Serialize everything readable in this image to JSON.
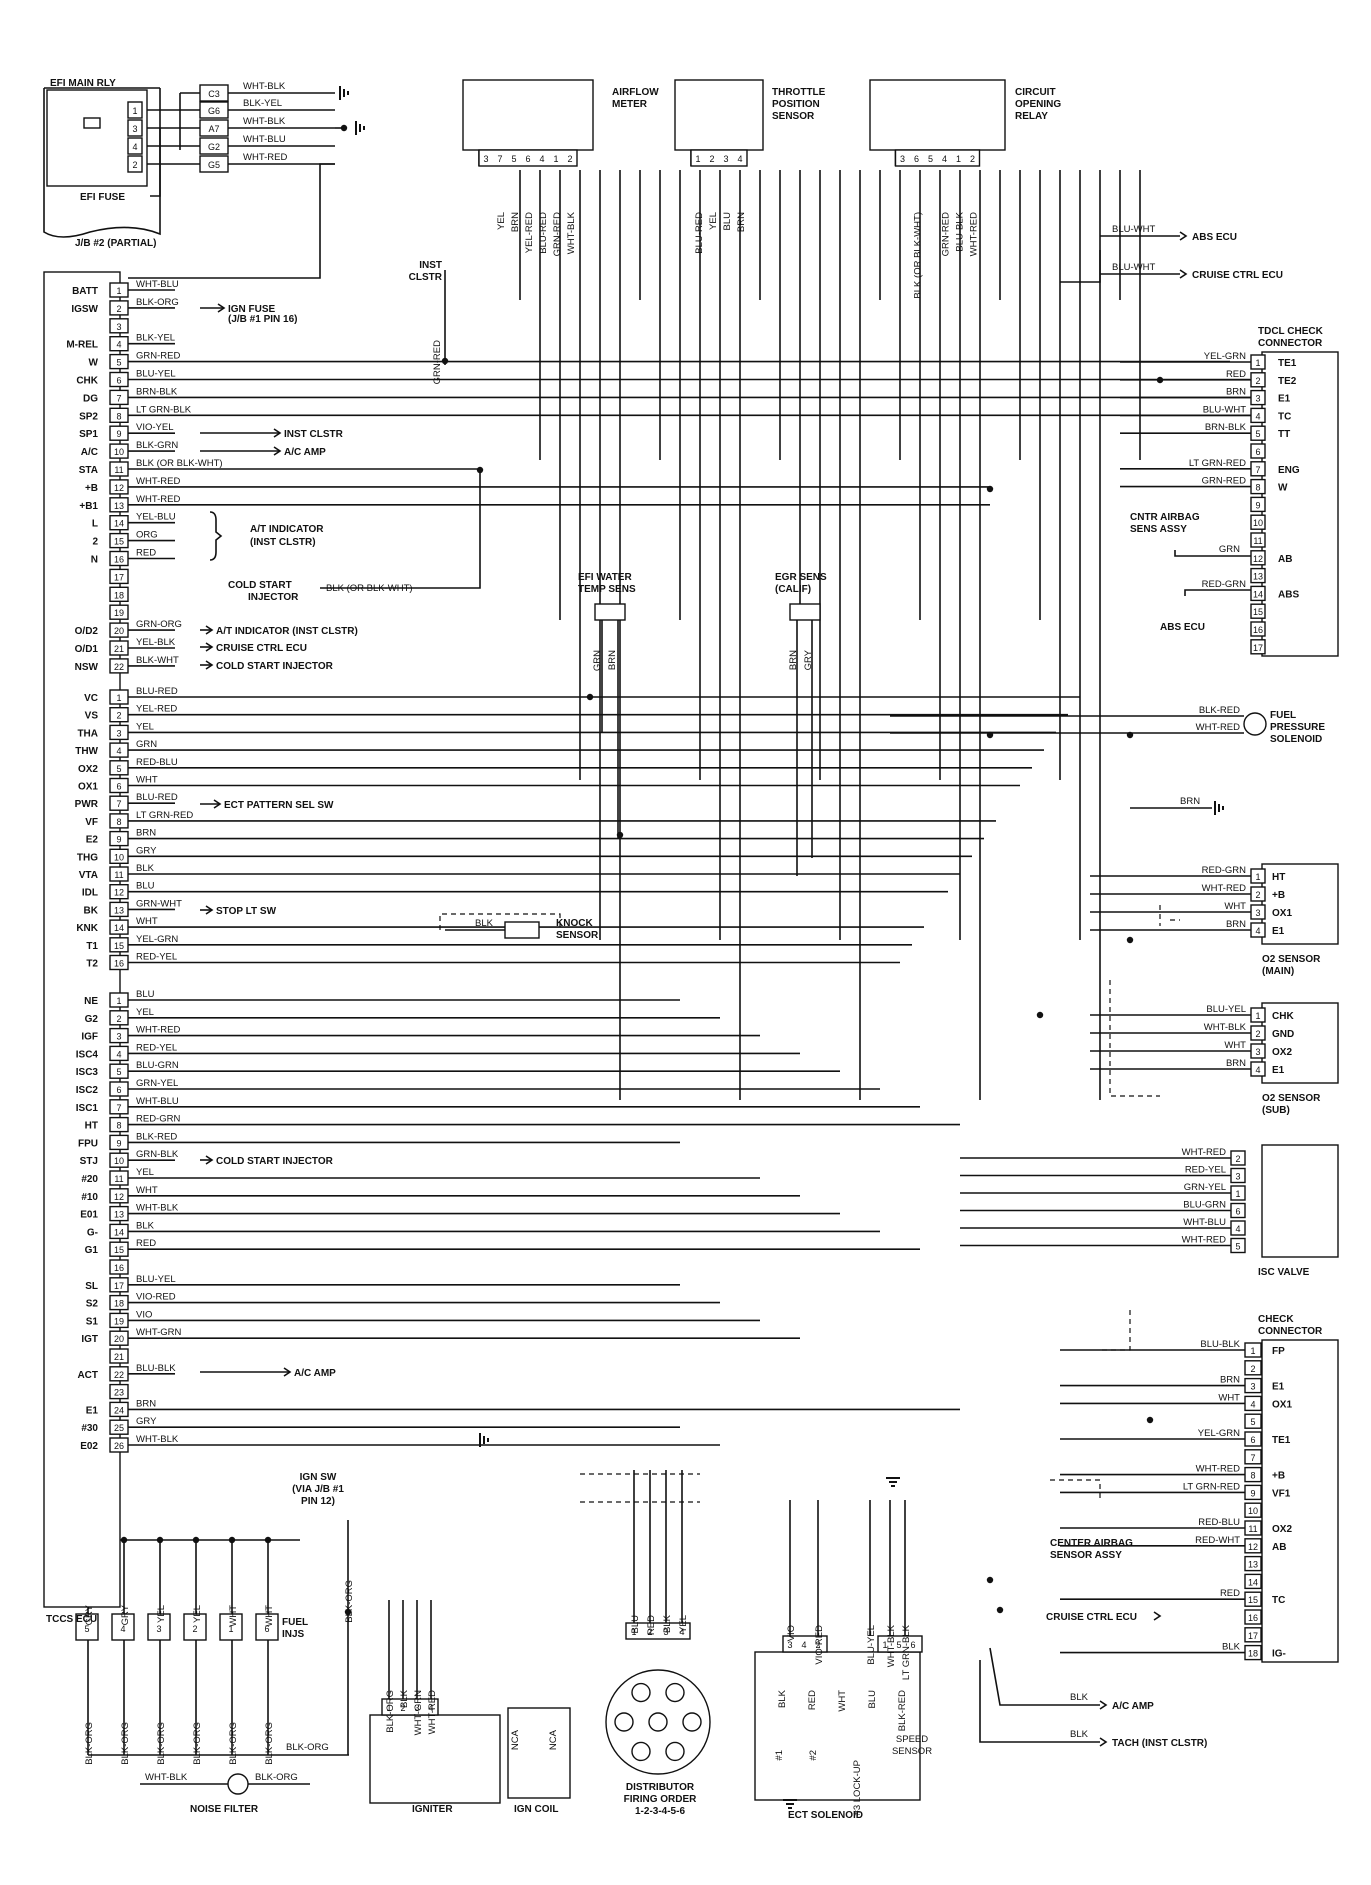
{
  "efi_main_rly": {
    "title": "EFI MAIN RLY",
    "fuse": "EFI FUSE",
    "jb": "J/B #2 (PARTIAL)",
    "pins_left": [
      "1",
      "3",
      "4",
      "2"
    ],
    "pins_right": [
      "C3",
      "G6",
      "A7",
      "G2",
      "G5"
    ],
    "wires": [
      "WHT-BLK",
      "BLK-YEL",
      "WHT-BLK",
      "WHT-BLU",
      "WHT-RED"
    ]
  },
  "top_components": [
    {
      "name": "AIRFLOW\nMETER",
      "title_lines": [
        "AIRFLOW",
        "METER"
      ],
      "pins": [
        "3",
        "7",
        "5",
        "6",
        "4",
        "1",
        "2"
      ],
      "wires": [
        "YEL",
        "BRN",
        "YEL-RED",
        "BLU-RED",
        "GRN-RED",
        "WHT-BLK"
      ]
    },
    {
      "name": "THROTTLE POSITION SENSOR",
      "title_lines": [
        "THROTTLE",
        "POSITION",
        "SENSOR"
      ],
      "pins": [
        "1",
        "2",
        "3",
        "4"
      ],
      "wires": [
        "BLU-RED",
        "YEL",
        "BLU",
        "BRN"
      ]
    },
    {
      "name": "CIRCUIT OPENING RELAY",
      "title_lines": [
        "CIRCUIT",
        "OPENING",
        "RELAY"
      ],
      "pins": [
        "3",
        "6",
        "5",
        "4",
        "1",
        "2"
      ],
      "wires": [
        "BLK (OR BLK-WHT)",
        "GRN-RED",
        "BLU-BLK",
        "WHT-RED"
      ]
    }
  ],
  "inst_clstr_label": [
    "INST",
    "CLSTR"
  ],
  "inst_clstr_wire": "GRN-RED",
  "ecu": {
    "title": "TCCS ECU",
    "group1": [
      {
        "pin": "BATT",
        "num": "1",
        "wire": "WHT-BLU",
        "dest": ""
      },
      {
        "pin": "IGSW",
        "num": "2",
        "wire": "BLK-ORG",
        "dest": "IGN FUSE"
      },
      {
        "pin": "",
        "num": "3",
        "wire": "",
        "dest": ""
      },
      {
        "pin": "M-REL",
        "num": "4",
        "wire": "BLK-YEL",
        "dest": ""
      },
      {
        "pin": "W",
        "num": "5",
        "wire": "GRN-RED",
        "dest": ""
      },
      {
        "pin": "CHK",
        "num": "6",
        "wire": "BLU-YEL",
        "dest": ""
      },
      {
        "pin": "DG",
        "num": "7",
        "wire": "BRN-BLK",
        "dest": ""
      },
      {
        "pin": "SP2",
        "num": "8",
        "wire": "LT GRN-BLK",
        "dest": ""
      },
      {
        "pin": "SP1",
        "num": "9",
        "wire": "VIO-YEL",
        "dest": "INST CLSTR"
      },
      {
        "pin": "A/C",
        "num": "10",
        "wire": "BLK-GRN",
        "dest": "A/C AMP"
      },
      {
        "pin": "STA",
        "num": "11",
        "wire": "BLK (OR BLK-WHT)",
        "dest": ""
      },
      {
        "pin": "+B",
        "num": "12",
        "wire": "WHT-RED",
        "dest": ""
      },
      {
        "pin": "+B1",
        "num": "13",
        "wire": "WHT-RED",
        "dest": ""
      },
      {
        "pin": "L",
        "num": "14",
        "wire": "YEL-BLU",
        "dest": ""
      },
      {
        "pin": "2",
        "num": "15",
        "wire": "ORG",
        "dest": "A/T INDICATOR"
      },
      {
        "pin": "N",
        "num": "16",
        "wire": "RED",
        "dest": "(INST CLSTR)"
      },
      {
        "pin": "",
        "num": "17",
        "wire": "",
        "dest": ""
      },
      {
        "pin": "",
        "num": "18",
        "wire": "",
        "dest": ""
      },
      {
        "pin": "",
        "num": "19",
        "wire": "",
        "dest": ""
      },
      {
        "pin": "O/D2",
        "num": "20",
        "wire": "GRN-ORG",
        "dest": "A/T INDICATOR (INST CLSTR)"
      },
      {
        "pin": "O/D1",
        "num": "21",
        "wire": "YEL-BLK",
        "dest": "CRUISE CTRL ECU"
      },
      {
        "pin": "NSW",
        "num": "22",
        "wire": "BLK-WHT",
        "dest": "COLD START INJECTOR"
      }
    ],
    "group2": [
      {
        "pin": "VC",
        "num": "1",
        "wire": "BLU-RED",
        "dest": ""
      },
      {
        "pin": "VS",
        "num": "2",
        "wire": "YEL-RED",
        "dest": ""
      },
      {
        "pin": "THA",
        "num": "3",
        "wire": "YEL",
        "dest": ""
      },
      {
        "pin": "THW",
        "num": "4",
        "wire": "GRN",
        "dest": ""
      },
      {
        "pin": "OX2",
        "num": "5",
        "wire": "RED-BLU",
        "dest": ""
      },
      {
        "pin": "OX1",
        "num": "6",
        "wire": "WHT",
        "dest": ""
      },
      {
        "pin": "PWR",
        "num": "7",
        "wire": "BLU-RED",
        "dest": "ECT PATTERN SEL SW"
      },
      {
        "pin": "VF",
        "num": "8",
        "wire": "LT GRN-RED",
        "dest": ""
      },
      {
        "pin": "E2",
        "num": "9",
        "wire": "BRN",
        "dest": ""
      },
      {
        "pin": "THG",
        "num": "10",
        "wire": "GRY",
        "dest": ""
      },
      {
        "pin": "VTA",
        "num": "11",
        "wire": "BLK",
        "dest": ""
      },
      {
        "pin": "IDL",
        "num": "12",
        "wire": "BLU",
        "dest": ""
      },
      {
        "pin": "BK",
        "num": "13",
        "wire": "GRN-WHT",
        "dest": "STOP LT SW"
      },
      {
        "pin": "KNK",
        "num": "14",
        "wire": "WHT",
        "dest": ""
      },
      {
        "pin": "T1",
        "num": "15",
        "wire": "YEL-GRN",
        "dest": ""
      },
      {
        "pin": "T2",
        "num": "16",
        "wire": "RED-YEL",
        "dest": ""
      }
    ],
    "group3": [
      {
        "pin": "NE",
        "num": "1",
        "wire": "BLU",
        "dest": ""
      },
      {
        "pin": "G2",
        "num": "2",
        "wire": "YEL",
        "dest": ""
      },
      {
        "pin": "IGF",
        "num": "3",
        "wire": "WHT-RED",
        "dest": ""
      },
      {
        "pin": "ISC4",
        "num": "4",
        "wire": "RED-YEL",
        "dest": ""
      },
      {
        "pin": "ISC3",
        "num": "5",
        "wire": "BLU-GRN",
        "dest": ""
      },
      {
        "pin": "ISC2",
        "num": "6",
        "wire": "GRN-YEL",
        "dest": ""
      },
      {
        "pin": "ISC1",
        "num": "7",
        "wire": "WHT-BLU",
        "dest": ""
      },
      {
        "pin": "HT",
        "num": "8",
        "wire": "RED-GRN",
        "dest": ""
      },
      {
        "pin": "FPU",
        "num": "9",
        "wire": "BLK-RED",
        "dest": ""
      },
      {
        "pin": "STJ",
        "num": "10",
        "wire": "GRN-BLK",
        "dest": "COLD START INJECTOR"
      },
      {
        "pin": "#20",
        "num": "11",
        "wire": "YEL",
        "dest": ""
      },
      {
        "pin": "#10",
        "num": "12",
        "wire": "WHT",
        "dest": ""
      },
      {
        "pin": "E01",
        "num": "13",
        "wire": "WHT-BLK",
        "dest": ""
      },
      {
        "pin": "G-",
        "num": "14",
        "wire": "BLK",
        "dest": ""
      },
      {
        "pin": "G1",
        "num": "15",
        "wire": "RED",
        "dest": ""
      },
      {
        "pin": "",
        "num": "16",
        "wire": "",
        "dest": ""
      },
      {
        "pin": "SL",
        "num": "17",
        "wire": "BLU-YEL",
        "dest": ""
      },
      {
        "pin": "S2",
        "num": "18",
        "wire": "VIO-RED",
        "dest": ""
      },
      {
        "pin": "S1",
        "num": "19",
        "wire": "VIO",
        "dest": ""
      },
      {
        "pin": "IGT",
        "num": "20",
        "wire": "WHT-GRN",
        "dest": ""
      },
      {
        "pin": "",
        "num": "21",
        "wire": "",
        "dest": ""
      },
      {
        "pin": "ACT",
        "num": "22",
        "wire": "BLU-BLK",
        "dest": "A/C AMP"
      },
      {
        "pin": "",
        "num": "23",
        "wire": "",
        "dest": ""
      },
      {
        "pin": "E1",
        "num": "24",
        "wire": "BRN",
        "dest": ""
      },
      {
        "pin": "#30",
        "num": "25",
        "wire": "GRY",
        "dest": ""
      },
      {
        "pin": "E02",
        "num": "26",
        "wire": "WHT-BLK",
        "dest": ""
      }
    ]
  },
  "ign_fuse_note": "(J/B #1 PIN 16)",
  "cold_start_injector_label": [
    "COLD START",
    "INJECTOR"
  ],
  "cold_start_wire": "BLK (OR BLK-WHT)",
  "efi_water_temp": {
    "title_lines": [
      "EFI WATER",
      "TEMP SENS"
    ],
    "wires": [
      "GRN",
      "BRN"
    ]
  },
  "egr_sens": {
    "title_lines": [
      "EGR SENS",
      "(CALIF)"
    ],
    "wires": [
      "BRN",
      "GRY"
    ]
  },
  "knock_sensor": {
    "title_lines": [
      "KNOCK",
      "SENSOR"
    ],
    "wire": "BLK"
  },
  "abs_ecu_top": {
    "wires": [
      "BLU-WHT",
      "BLU-WHT"
    ],
    "labels": [
      "ABS ECU",
      "CRUISE CTRL ECU"
    ]
  },
  "tdcl": {
    "title_lines": [
      "TDCL CHECK",
      "CONNECTOR"
    ],
    "pins": [
      {
        "num": "1",
        "name": "TE1",
        "wire": "YEL-GRN"
      },
      {
        "num": "2",
        "name": "TE2",
        "wire": "RED"
      },
      {
        "num": "3",
        "name": "E1",
        "wire": "BRN"
      },
      {
        "num": "4",
        "name": "TC",
        "wire": "BLU-WHT"
      },
      {
        "num": "5",
        "name": "TT",
        "wire": "BRN-BLK"
      },
      {
        "num": "6",
        "name": "",
        "wire": ""
      },
      {
        "num": "7",
        "name": "ENG",
        "wire": "LT GRN-RED"
      },
      {
        "num": "8",
        "name": "W",
        "wire": "GRN-RED"
      },
      {
        "num": "9",
        "name": "",
        "wire": ""
      },
      {
        "num": "10",
        "name": "",
        "wire": ""
      },
      {
        "num": "11",
        "name": "",
        "wire": ""
      },
      {
        "num": "12",
        "name": "AB",
        "wire": "GRN"
      },
      {
        "num": "13",
        "name": "",
        "wire": ""
      },
      {
        "num": "14",
        "name": "ABS",
        "wire": "RED-GRN"
      },
      {
        "num": "15",
        "name": "",
        "wire": ""
      },
      {
        "num": "16",
        "name": "",
        "wire": ""
      },
      {
        "num": "17",
        "name": "",
        "wire": ""
      }
    ],
    "airbag_label": [
      "CNTR AIRBAG",
      "SENS ASSY"
    ],
    "abs_label": "ABS ECU"
  },
  "fuel_pressure": {
    "title_lines": [
      "FUEL",
      "PRESSURE",
      "SOLENOID"
    ],
    "wires": [
      "BLK-RED",
      "WHT-RED"
    ]
  },
  "brn_ground": "BRN",
  "o2_main": {
    "title_lines": [
      "O2 SENSOR",
      "(MAIN)"
    ],
    "pins": [
      {
        "num": "1",
        "name": "HT",
        "wire": "RED-GRN"
      },
      {
        "num": "2",
        "name": "+B",
        "wire": "WHT-RED"
      },
      {
        "num": "3",
        "name": "OX1",
        "wire": "WHT"
      },
      {
        "num": "4",
        "name": "E1",
        "wire": "BRN"
      }
    ]
  },
  "o2_sub": {
    "title_lines": [
      "O2 SENSOR",
      "(SUB)"
    ],
    "pins": [
      {
        "num": "1",
        "name": "CHK",
        "wire": "BLU-YEL"
      },
      {
        "num": "2",
        "name": "GND",
        "wire": "WHT-BLK"
      },
      {
        "num": "3",
        "name": "OX2",
        "wire": "WHT"
      },
      {
        "num": "4",
        "name": "E1",
        "wire": "BRN"
      }
    ]
  },
  "isc_valve": {
    "title": "ISC VALVE",
    "pins": [
      {
        "num": "2",
        "wire": "WHT-RED"
      },
      {
        "num": "3",
        "wire": "RED-YEL"
      },
      {
        "num": "1",
        "wire": "GRN-YEL"
      },
      {
        "num": "6",
        "wire": "BLU-GRN"
      },
      {
        "num": "4",
        "wire": "WHT-BLU"
      },
      {
        "num": "5",
        "wire": "WHT-RED"
      }
    ]
  },
  "check_conn": {
    "title_lines": [
      "CHECK",
      "CONNECTOR"
    ],
    "pins": [
      {
        "num": "1",
        "name": "FP",
        "wire": "BLU-BLK"
      },
      {
        "num": "2",
        "name": "",
        "wire": ""
      },
      {
        "num": "3",
        "name": "E1",
        "wire": "BRN"
      },
      {
        "num": "4",
        "name": "OX1",
        "wire": "WHT"
      },
      {
        "num": "5",
        "name": "",
        "wire": ""
      },
      {
        "num": "6",
        "name": "TE1",
        "wire": "YEL-GRN"
      },
      {
        "num": "7",
        "name": "",
        "wire": ""
      },
      {
        "num": "8",
        "name": "+B",
        "wire": "WHT-RED"
      },
      {
        "num": "9",
        "name": "VF1",
        "wire": "LT GRN-RED"
      },
      {
        "num": "10",
        "name": "",
        "wire": ""
      },
      {
        "num": "11",
        "name": "OX2",
        "wire": "RED-BLU"
      },
      {
        "num": "12",
        "name": "AB",
        "wire": "RED-WHT"
      },
      {
        "num": "13",
        "name": "",
        "wire": ""
      },
      {
        "num": "14",
        "name": "",
        "wire": ""
      },
      {
        "num": "15",
        "name": "TC",
        "wire": "RED"
      },
      {
        "num": "16",
        "name": "",
        "wire": ""
      },
      {
        "num": "17",
        "name": "",
        "wire": ""
      },
      {
        "num": "18",
        "name": "IG-",
        "wire": "BLK"
      }
    ],
    "airbag_label": [
      "CENTER AIRBAG",
      "SENSOR ASSY"
    ],
    "cruise_label": "CRUISE CTRL ECU"
  },
  "ac_amp_out": {
    "wire": "BLK",
    "label": "A/C AMP"
  },
  "tach_out": {
    "wire": "BLK",
    "label": "TACH (INST CLSTR)"
  },
  "injectors": {
    "title_lines": [
      "FUEL",
      "INJS"
    ],
    "items": [
      {
        "num": "5",
        "top": "GRY",
        "bot": "BLK-ORG"
      },
      {
        "num": "4",
        "top": "GRY",
        "bot": "BLK-ORG"
      },
      {
        "num": "3",
        "top": "YEL",
        "bot": "BLK-ORG"
      },
      {
        "num": "2",
        "top": "YEL",
        "bot": "BLK-ORG"
      },
      {
        "num": "1",
        "top": "WHT",
        "bot": "BLK-ORG"
      },
      {
        "num": "6",
        "top": "WHT",
        "bot": "BLK-ORG"
      }
    ],
    "common_wire": "BLK-ORG"
  },
  "ign_sw": {
    "title_lines": [
      "IGN SW",
      "(VIA J/B #1",
      "PIN 12)"
    ],
    "wire": "BLK-ORG"
  },
  "noise_filter": {
    "title": "NOISE FILTER",
    "wires": [
      "WHT-BLK",
      "BLK-ORG"
    ]
  },
  "igniter": {
    "title": "IGNITER",
    "pins": [
      "1",
      "2",
      "3",
      "4"
    ],
    "wires": [
      "BLK-ORG",
      "BLK",
      "WHT-GRN",
      "WHT-RED"
    ]
  },
  "ign_coil": {
    "title": "IGN COIL",
    "labels": [
      "NCA",
      "NCA"
    ]
  },
  "distributor": {
    "title_lines": [
      "DISTRIBUTOR",
      "FIRING ORDER",
      "1-2-3-4-5-6"
    ],
    "pins": [
      "1",
      "2",
      "3",
      "4"
    ],
    "wires": [
      "BLU",
      "RED",
      "BLK",
      "YEL"
    ]
  },
  "ect_solenoid": {
    "title": "ECT SOLENOID",
    "pins": [
      "3",
      "4",
      "2",
      "1",
      "5",
      "6"
    ],
    "wires": [
      "VIO",
      "VIO-RED",
      "BLU-YEL",
      "WHT-BLK",
      "LT GRN-BLK"
    ],
    "inner": [
      "BLK",
      "RED",
      "WHT",
      "BLU",
      "BLK-RED"
    ],
    "sols": [
      "#1",
      "#2",
      "#3\nLOCK-UP"
    ],
    "speed": [
      "SPEED",
      "SENSOR"
    ]
  }
}
